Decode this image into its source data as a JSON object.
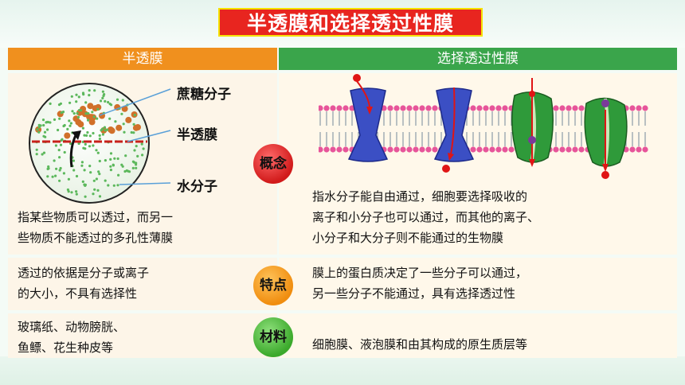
{
  "title": "半透膜和选择透过性膜",
  "headers": {
    "left": "半透膜",
    "right": "选择透过性膜"
  },
  "diagram_labels": {
    "sucrose": "蔗糖分子",
    "membrane": "半透膜",
    "water": "水分子"
  },
  "badges": {
    "concept": "概念",
    "feature": "特点",
    "material": "材料"
  },
  "concept": {
    "left": [
      "指某些物质可以透过，而另一",
      "些物质不能透过的多孔性薄膜"
    ],
    "right": [
      "指水分子能自由通过，细胞要选择吸收的",
      "离子和小分子也可以通过，而其他的离子、",
      "小分子和大分子则不能通过的生物膜"
    ]
  },
  "feature": {
    "left": [
      "透过的依据是分子或离子",
      "的大小，不具有选择性"
    ],
    "right": [
      "膜上的蛋白质决定了一些分子可以通过，",
      "另一些分子不能通过，具有选择透过性"
    ]
  },
  "material": {
    "left": [
      "玻璃纸、动物膀胱、",
      "鱼鳔、花生种皮等"
    ],
    "right": [
      "细胞膜、液泡膜和由其构成的原生质层等"
    ]
  },
  "colors": {
    "title_bg": "#e8251f",
    "left_header": "#f0901e",
    "right_header": "#3aa54b"
  }
}
